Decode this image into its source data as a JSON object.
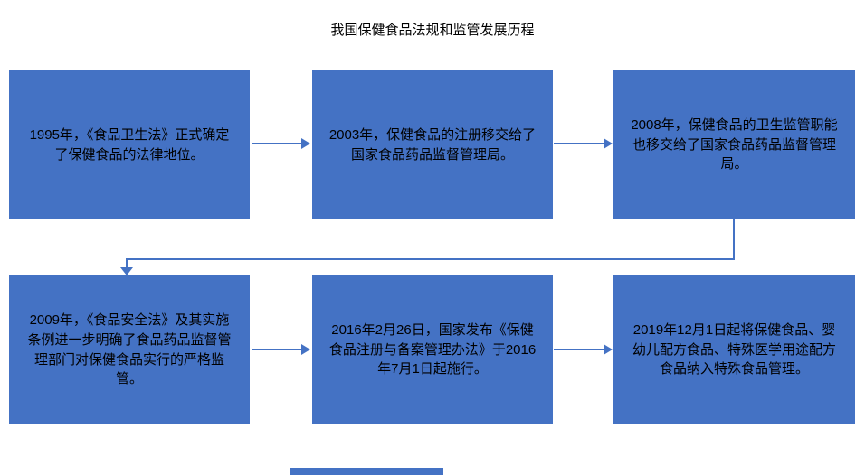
{
  "title": "我国保健食品法规和监管发展历程",
  "colors": {
    "box_fill": "#4472C4",
    "arrow": "#4472C4",
    "text": "#000000",
    "background": "#ffffff"
  },
  "flowchart": {
    "boxes": [
      {
        "step": 1,
        "text": "1995年，《食品卫生法》正式确定了保健食品的法律地位。"
      },
      {
        "step": 2,
        "text": "2003年，保健食品的注册移交给了国家食品药品监督管理局。"
      },
      {
        "step": 3,
        "text": "2008年，保健食品的卫生监管职能也移交给了国家食品药品监督管理局。"
      },
      {
        "step": 4,
        "text": "2009年，《食品安全法》及其实施条例进一步明确了食品药品监督管理部门对保健食品实行的严格监管。"
      },
      {
        "step": 5,
        "text": "2016年2月26日，国家发布《保健食品注册与备案管理办法》于2016年7月1日起施行。"
      },
      {
        "step": 6,
        "text": "2019年12月1日起将保健食品、婴幼儿配方食品、特殊医学用途配方食品纳入特殊食品管理。"
      }
    ]
  }
}
